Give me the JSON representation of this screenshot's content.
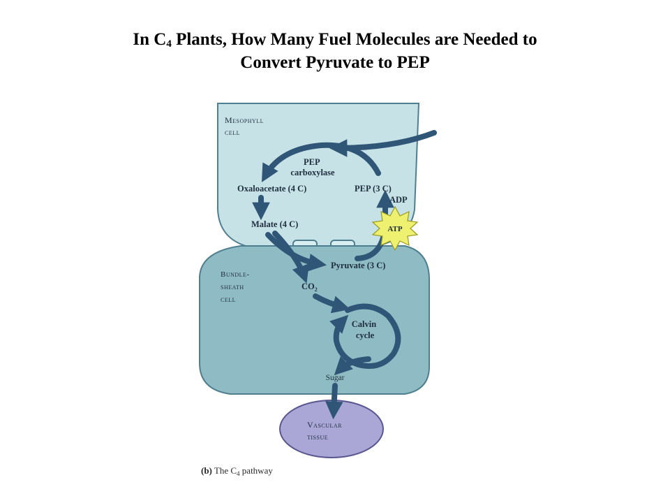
{
  "title": {
    "line1_before_sub": "In C",
    "line1_sub": "4",
    "line1_after_sub": " Plants, How Many Fuel Molecules are Needed to",
    "line2": "Convert Pyruvate to PEP"
  },
  "diagram": {
    "mesophyll_label_1": "Mesophyll",
    "mesophyll_label_2": "cell",
    "bundle_label_1": "Bundle-",
    "bundle_label_2": "sheath",
    "bundle_label_3": "cell",
    "vascular_label_1": "Vascular",
    "vascular_label_2": "tissue",
    "pep_carboxylase_1": "PEP",
    "pep_carboxylase_2": "carboxylase",
    "oxaloacetate": "Oxaloacetate (4 C)",
    "pep": "PEP (3 C)",
    "adp": "ADP",
    "atp": "ATP",
    "malate": "Malate (4 C)",
    "pyruvate": "Pyruvate (3 C)",
    "co2_main": "CO",
    "co2_sub": "2",
    "calvin_1": "Calvin",
    "calvin_2": "cycle",
    "sugar": "Sugar",
    "caption_letter": "(b)",
    "caption_main": " The C",
    "caption_sub": "4",
    "caption_end": " pathway"
  },
  "colors": {
    "mesophyll": "#c6e2e6",
    "bundle_sheath": "#8fbcc4",
    "vascular": "#aaa6d6",
    "arrow": "#2f5676",
    "atp_star": "#eef070",
    "outline": "#4f7f8e"
  }
}
